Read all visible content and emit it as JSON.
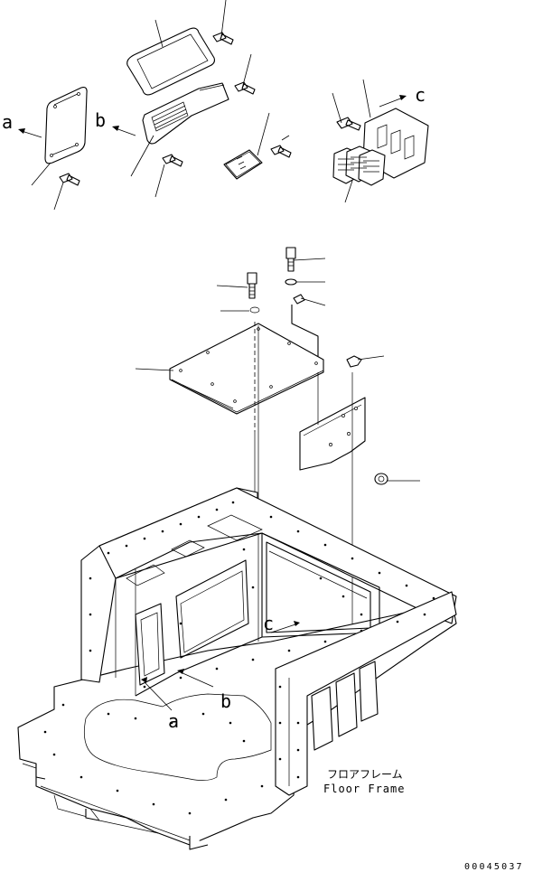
{
  "callouts": {
    "a": "a",
    "b": "b",
    "c": "c"
  },
  "frame_label": {
    "japanese": "フロアフレーム",
    "english": "Floor Frame"
  },
  "drawing_number": "00045037"
}
